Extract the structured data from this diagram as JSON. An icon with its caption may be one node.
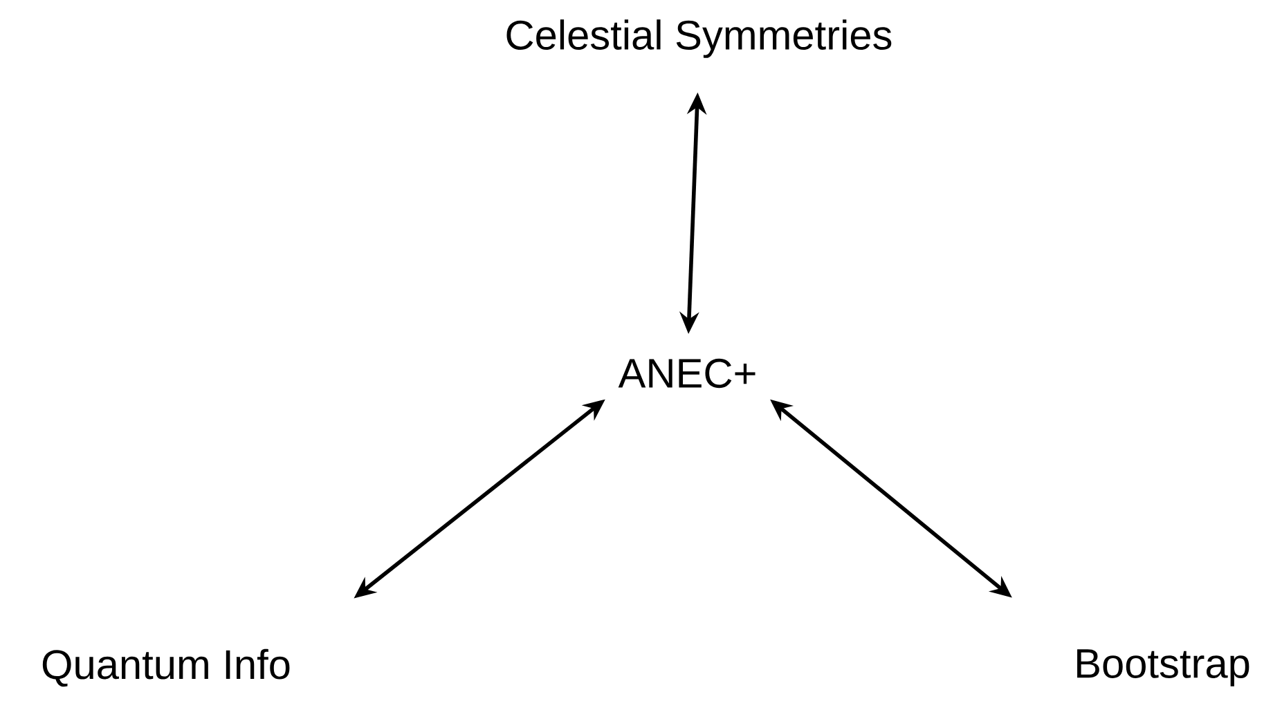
{
  "diagram": {
    "nodes": [
      {
        "text": [
          "Celestial Symmetries"
        ]
      },
      {
        "text": [
          "ANEC+"
        ]
      },
      {
        "text": [
          "Quantum Info"
        ]
      },
      {
        "text": [
          "Bootstrap"
        ]
      }
    ],
    "edges": [
      {
        "from": 1,
        "to": 0,
        "arrow": "both"
      },
      {
        "from": 1,
        "to": 2,
        "arrow": "both"
      },
      {
        "from": 1,
        "to": 3,
        "arrow": "both"
      }
    ]
  }
}
